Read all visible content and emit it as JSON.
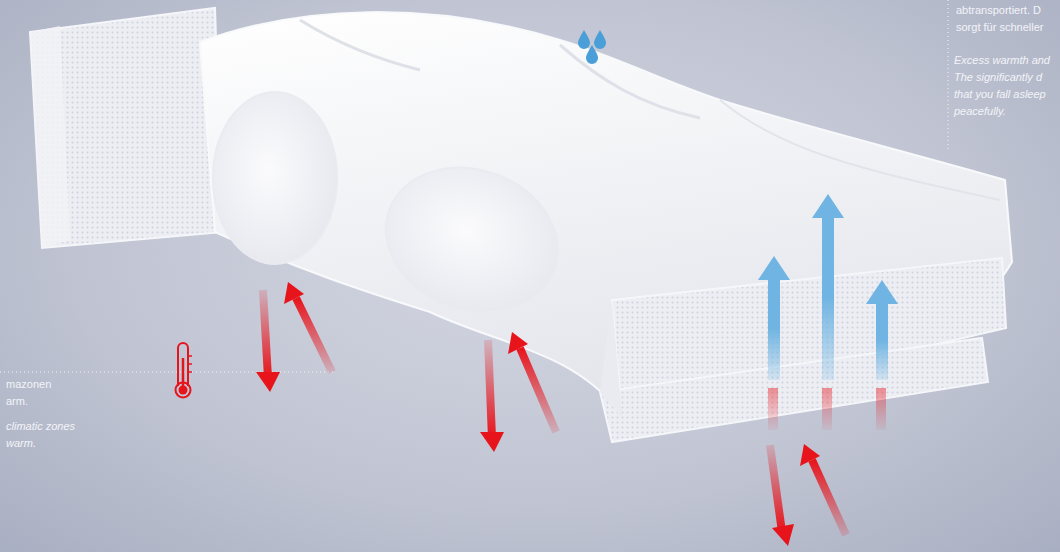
{
  "diagram": {
    "labels": [
      "abtransportiert. D sorgt für schneller",
      "Excess warmth and The significantly d that you fall asleep peacefully.",
      "mazonen arm.",
      "climatic zones warm."
    ]
  }
}
